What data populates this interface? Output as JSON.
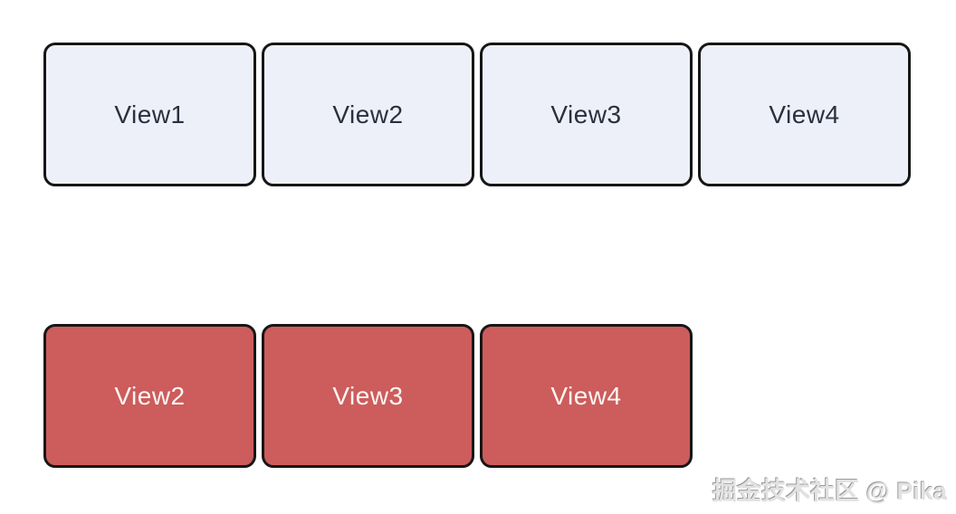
{
  "diagram": {
    "description": "Two rows of rounded view boxes",
    "rows": [
      {
        "name": "top-row",
        "style": "light",
        "boxes": [
          {
            "label": "View1"
          },
          {
            "label": "View2"
          },
          {
            "label": "View3"
          },
          {
            "label": "View4"
          }
        ]
      },
      {
        "name": "bottom-row",
        "style": "red",
        "boxes": [
          {
            "label": "View2"
          },
          {
            "label": "View3"
          },
          {
            "label": "View4"
          }
        ]
      }
    ]
  },
  "colors": {
    "background": "#ffffff",
    "light_box_fill": "#edf0f9",
    "red_box_fill": "#cd5c5c",
    "box_border": "#161616",
    "light_box_text": "#2b2f3e",
    "red_box_text": "#fbf7f2",
    "watermark_text": "#e2e2e2"
  },
  "watermark": {
    "text": "掘金技术社区 @ Pika"
  }
}
